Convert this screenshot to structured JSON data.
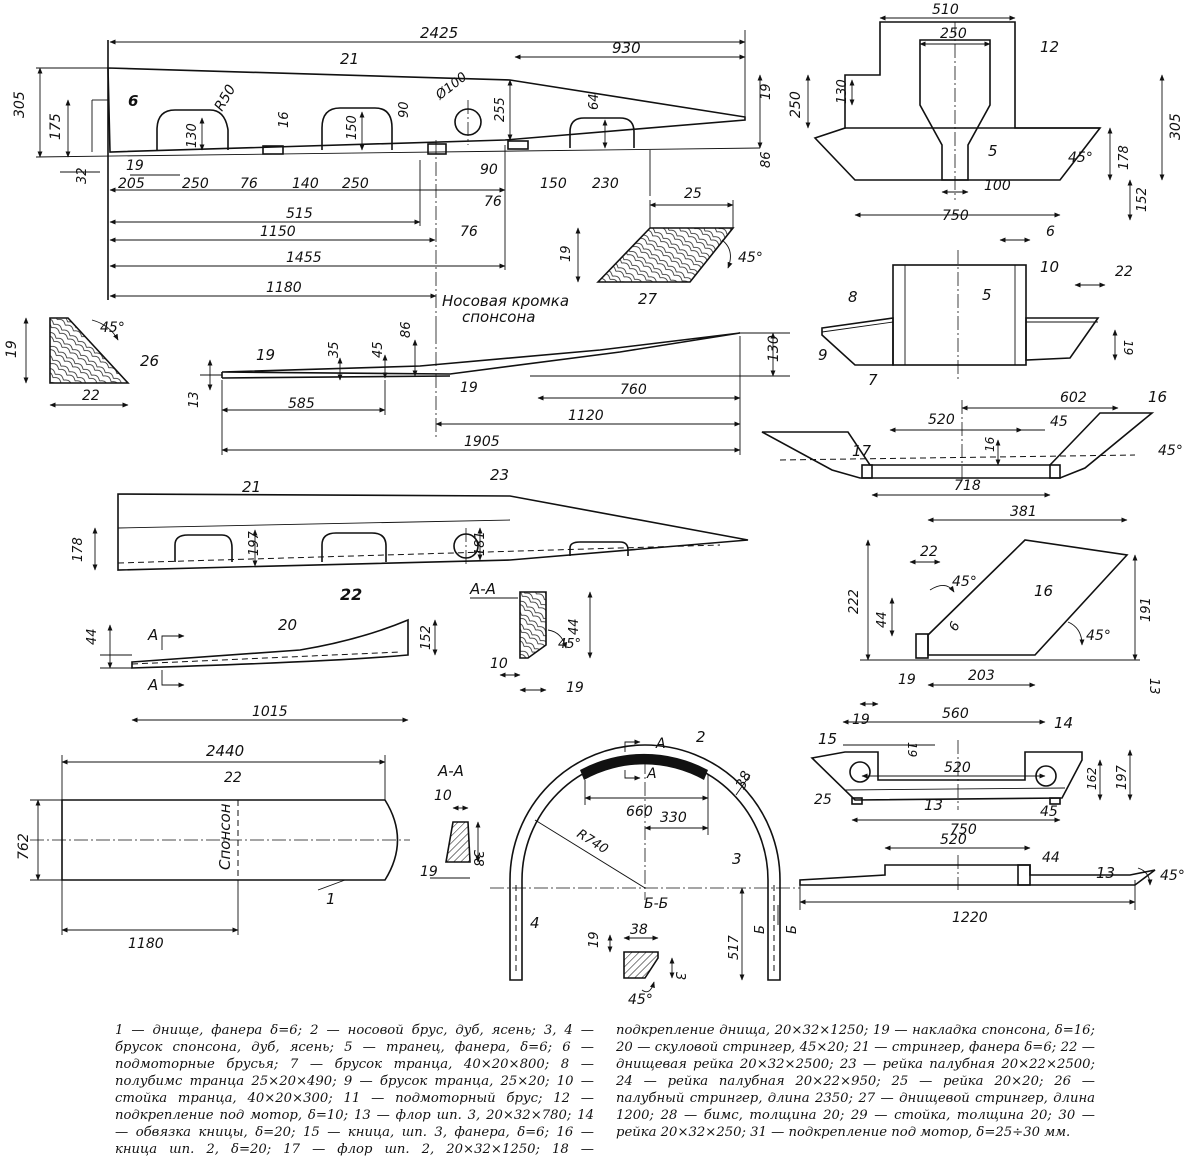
{
  "dims": {
    "d2425": "2425",
    "d930": "930",
    "d305": "305",
    "d175": "175",
    "d6": "6",
    "dR50": "R50",
    "d130": "130",
    "d16": "16",
    "d150": "150",
    "d90v": "90",
    "dphi100": "Ø100",
    "d255": "255",
    "d64": "64",
    "d19top": "19",
    "d86": "86",
    "d32": "32",
    "d19": "19",
    "d205": "205",
    "d250a": "250",
    "d76a": "76",
    "d140": "140",
    "d250b": "250",
    "d90h": "90",
    "d150b": "150",
    "d230": "230",
    "d76b": "76",
    "d515": "515",
    "d1150": "1150",
    "d76c": "76",
    "d1455": "1455",
    "d1180": "1180",
    "d510": "510",
    "d250t": "250",
    "d12": "12",
    "d250s": "250",
    "d130t": "130",
    "d305t": "305",
    "d5a": "5",
    "d45t": "45°",
    "d178t": "178",
    "d100": "100",
    "d750": "750",
    "d152": "152",
    "d25": "25",
    "d19s": "19",
    "d45s": "45°",
    "d27": "27",
    "d19b": "19",
    "d45b": "45°",
    "d26": "26",
    "d22b": "22",
    "d86m": "86",
    "d35": "35",
    "d45m": "45",
    "d13": "13",
    "d585": "585",
    "d19m": "19",
    "d130m": "130",
    "d760": "760",
    "d1120": "1120",
    "d1905": "1905",
    "d6r": "6",
    "d22r": "22",
    "d10": "10",
    "d5b": "5",
    "d8": "8",
    "d9": "9",
    "d7": "7",
    "d19r": "19",
    "d602": "602",
    "d520a": "520",
    "d45r": "45",
    "d16r": "16",
    "d17": "17",
    "d16a": "16",
    "d45r2": "45°",
    "d718": "718",
    "d21": "21",
    "d23": "23",
    "d178": "178",
    "d197": "197",
    "d181": "181",
    "d22": "22",
    "d381": "381",
    "d22k": "22",
    "d45k": "45°",
    "d222": "222",
    "d16k": "16",
    "d191": "191",
    "d44k": "44",
    "d6k": "6",
    "d45k2": "45°",
    "d19k": "19",
    "d203": "203",
    "d13k": "13",
    "d20": "20",
    "dA": "A",
    "dA2": "A",
    "d44s": "44",
    "d152s": "152",
    "d1015": "1015",
    "dAA": "А-А",
    "d44aa": "44",
    "d45aa": "45°",
    "d10aa": "10",
    "d19aa": "19",
    "d2440": "2440",
    "d22p": "22",
    "d762": "762",
    "d1180p": "1180",
    "d1p": "1",
    "dAA2": "А-А",
    "d10b": "10",
    "d38b": "38",
    "d19c": "19",
    "d2": "2",
    "dA3": "А",
    "dA4": "А",
    "d38a": "38",
    "d660": "660",
    "d330": "330",
    "dR740": "R740",
    "d3": "3",
    "d4": "4",
    "dBB": "Б-Б",
    "d517": "517",
    "dB1": "Б",
    "dB2": "Б",
    "d38c": "38",
    "d19d": "19",
    "d3b": "3",
    "d45c": "45°",
    "d560": "560",
    "d19e": "19",
    "d19f": "19",
    "d14": "14",
    "d15": "15",
    "d520b": "520",
    "d162": "162",
    "d197b": "197",
    "d25b": "25",
    "d13b": "13",
    "d750b": "750",
    "d45d": "45",
    "d520c": "520",
    "d44c": "44",
    "d13c": "13",
    "d45e": "45°",
    "d1220": "1220"
  },
  "labels": {
    "bow_edge_line1": "Носовая кромка",
    "bow_edge_line2": "спонсона",
    "sponson": "Спонсон"
  },
  "legend": "1 — днище, фанера δ=6; 2 — носовой брус, дуб, ясень; 3, 4 — брусок спонсона, дуб, ясень; 5 — транец, фанера, δ=6; 6 — подмоторные брусья; 7 — брусок транца, 40×20×800; 8 — полубимс транца 25×20×490; 9 — брусок транца, 25×20; 10 — стойка транца, 40×20×300; 11 — подмоторный брус; 12 — подкрепление под мотор, δ=10; 13 — флор шп. 3, 20×32×780; 14 — обвязка кницы, δ=20; 15 — кница, шп. 3, фанера, δ=6; 16 — кница шп. 2, δ=20; 17 — флор шп. 2, 20×32×1250; 18 — подкрепление днища, 20×32×1250; 19 — накладка спонсона, δ=16; 20 — скуловой стрингер, 45×20; 21 — стрингер, фанера δ=6; 22 — днищевая рейка 20×32×2500; 23 — рейка палубная 20×22×2500; 24 — рейка палубная 20×22×950; 25 — рейка 20×20; 26 — палубный стрингер, длина 2350; 27 — днищевой стрингер, длина 1200; 28 — бимс, толщина 20; 29 — стойка, толщина 20; 30 — рейка 20×32×250; 31 — подкрепление под мотор, δ=25÷30 мм."
}
